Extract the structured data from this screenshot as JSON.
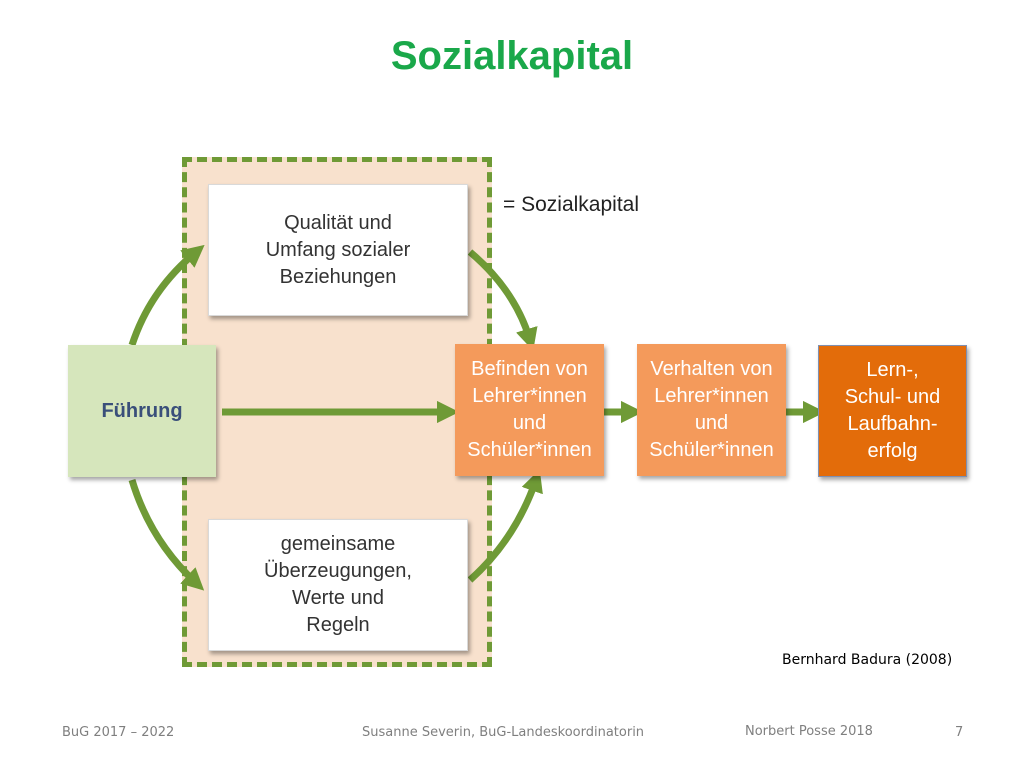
{
  "title": "Sozialkapital",
  "legend": "= Sozialkapital",
  "boxes": {
    "fuehrung": "Führung",
    "qualitaet": [
      "Qualität und",
      "Umfang sozialer",
      "Beziehungen"
    ],
    "gemeinsam": [
      "gemeinsame",
      "Überzeugungen,",
      "Werte und",
      "Regeln"
    ],
    "befinden": [
      "Befinden von",
      "Lehrer*innen",
      "und",
      "Schüler*innen"
    ],
    "verhalten": [
      "Verhalten von",
      "Lehrer*innen",
      "und",
      "Schüler*innen"
    ],
    "erfolg": [
      "Lern-,",
      "Schul- und",
      "Laufbahn-",
      "erfolg"
    ]
  },
  "citation": "Bernhard Badura (2008)",
  "footer": {
    "left": "BuG 2017 – 2022",
    "center": "Susanne Severin, BuG-Landeskoordinatorin",
    "right_author": "Norbert Posse 2018",
    "page": "7"
  },
  "colors": {
    "title": "#1aa84a",
    "arrow": "#6f9a36",
    "frame_fill": "#f8e1cd",
    "orange": "#f49a5b",
    "dark_orange": "#e36c0a",
    "green_box": "#d6e6bc"
  }
}
